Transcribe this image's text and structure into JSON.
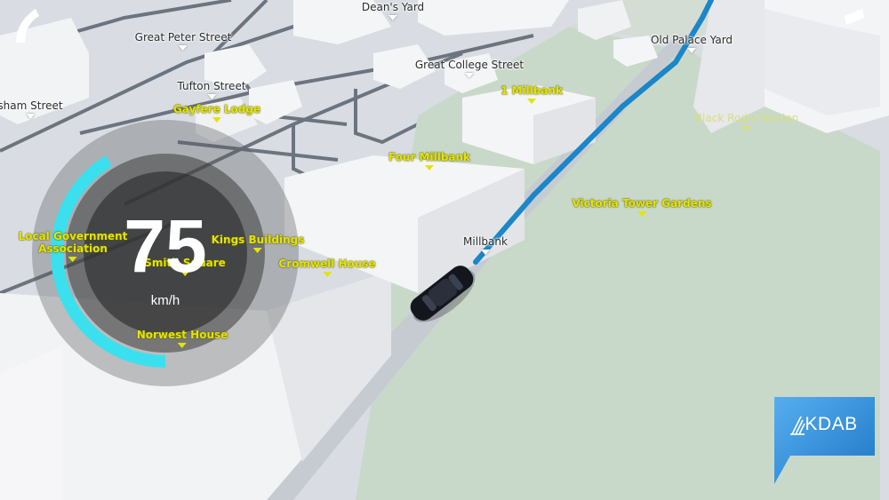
{
  "hud": {
    "speed": "75",
    "unit": "km/h",
    "speed_fraction": 0.55
  },
  "brand": {
    "name": "KDAB",
    "color": "#2f8fd8"
  },
  "colors": {
    "route": "#1b86c8",
    "park": "#c8d8c8",
    "poi_label": "#e4e400",
    "gauge_arc": "#3be0ee"
  },
  "labels": {
    "streets": {
      "deans_yard": "Dean's Yard",
      "great_peter_street": "Great Peter Street",
      "old_palace_yard": "Old Palace Yard",
      "great_college_street": "Great College Street",
      "tufton_street": "Tufton Street",
      "marsham_street": "sham Street",
      "millbank": "Millbank"
    },
    "pois": {
      "one_millbank": "1 Millbank",
      "gayfere_lodge": "Gayfere Lodge",
      "black_rods_garden": "Black Rod's Garden",
      "four_millbank": "Four Millbank",
      "victoria_tower_gardens": "Victoria Tower Gardens",
      "local_government": "Local Government",
      "association": "Association",
      "kings_buildings": "Kings Buildings",
      "smith_square": "Smith Square",
      "cromwell_house": "Cromwell House",
      "norwest_house": "Norwest House"
    }
  },
  "icons": {
    "vehicle": "car-icon",
    "map_pin": "label-pointer-icon"
  }
}
